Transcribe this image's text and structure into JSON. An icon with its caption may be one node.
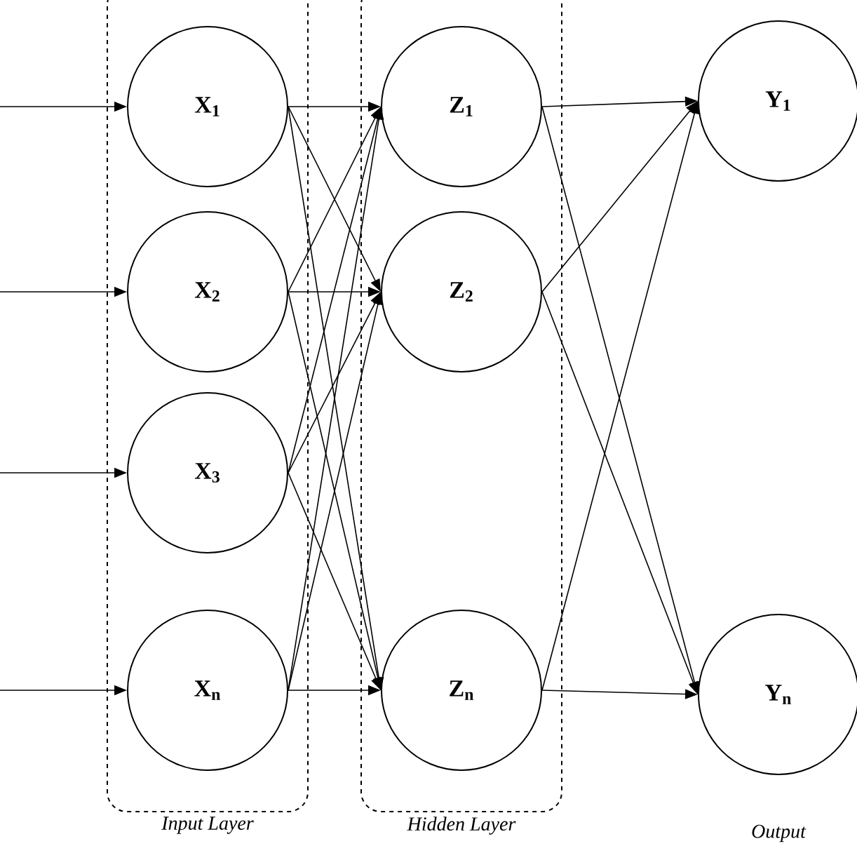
{
  "diagram": {
    "nodes": [
      {
        "text": [
          "Input Layer"
        ]
      },
      {
        "text": [
          "X$_{1}$"
        ],
        "in": 0
      },
      {
        "text": [
          "X$_{2}$"
        ],
        "in": 0
      },
      {
        "text": [
          "X$_{3}$"
        ],
        "in": 0
      },
      {
        "text": [
          "X$_{n}$"
        ],
        "in": 0
      },
      {
        "text": [
          "Hidden Layer"
        ]
      },
      {
        "text": [
          "Z$_{1}$"
        ],
        "in": 5
      },
      {
        "text": [
          "Z$_{2}$"
        ],
        "in": 5
      },
      {
        "text": [
          "Z$_{n}$"
        ],
        "in": 5
      },
      {
        "text": [
          "Y$_{1}$"
        ]
      },
      {
        "text": [
          "Y$_{n}$"
        ]
      }
    ],
    "edges": [
      {
        "from": null,
        "to": 1,
        "arrow": "to"
      },
      {
        "from": null,
        "to": 2,
        "arrow": "to"
      },
      {
        "from": null,
        "to": 3,
        "arrow": "to"
      },
      {
        "from": null,
        "to": 4,
        "arrow": "to"
      },
      {
        "from": 1,
        "to": 6,
        "arrow": "to"
      },
      {
        "from": 1,
        "to": 7,
        "arrow": "to"
      },
      {
        "from": 1,
        "to": 8,
        "arrow": "to"
      },
      {
        "from": 2,
        "to": 6,
        "arrow": "to"
      },
      {
        "from": 2,
        "to": 7,
        "arrow": "to"
      },
      {
        "from": 2,
        "to": 8,
        "arrow": "to"
      },
      {
        "from": 3,
        "to": 6,
        "arrow": "to"
      },
      {
        "from": 3,
        "to": 7,
        "arrow": "to"
      },
      {
        "from": 3,
        "to": 8,
        "arrow": "to"
      },
      {
        "from": 4,
        "to": 6,
        "arrow": "to"
      },
      {
        "from": 4,
        "to": 7,
        "arrow": "to"
      },
      {
        "from": 4,
        "to": 8,
        "arrow": "to"
      },
      {
        "from": 6,
        "to": 9,
        "arrow": "to"
      },
      {
        "from": 6,
        "to": 10,
        "arrow": "to"
      },
      {
        "from": 7,
        "to": 9,
        "arrow": "to"
      },
      {
        "from": 7,
        "to": 10,
        "arrow": "to"
      },
      {
        "from": 8,
        "to": 9,
        "arrow": "to"
      },
      {
        "from": 8,
        "to": 10,
        "arrow": "to"
      }
    ],
    "labels": [
      "Output"
    ]
  }
}
